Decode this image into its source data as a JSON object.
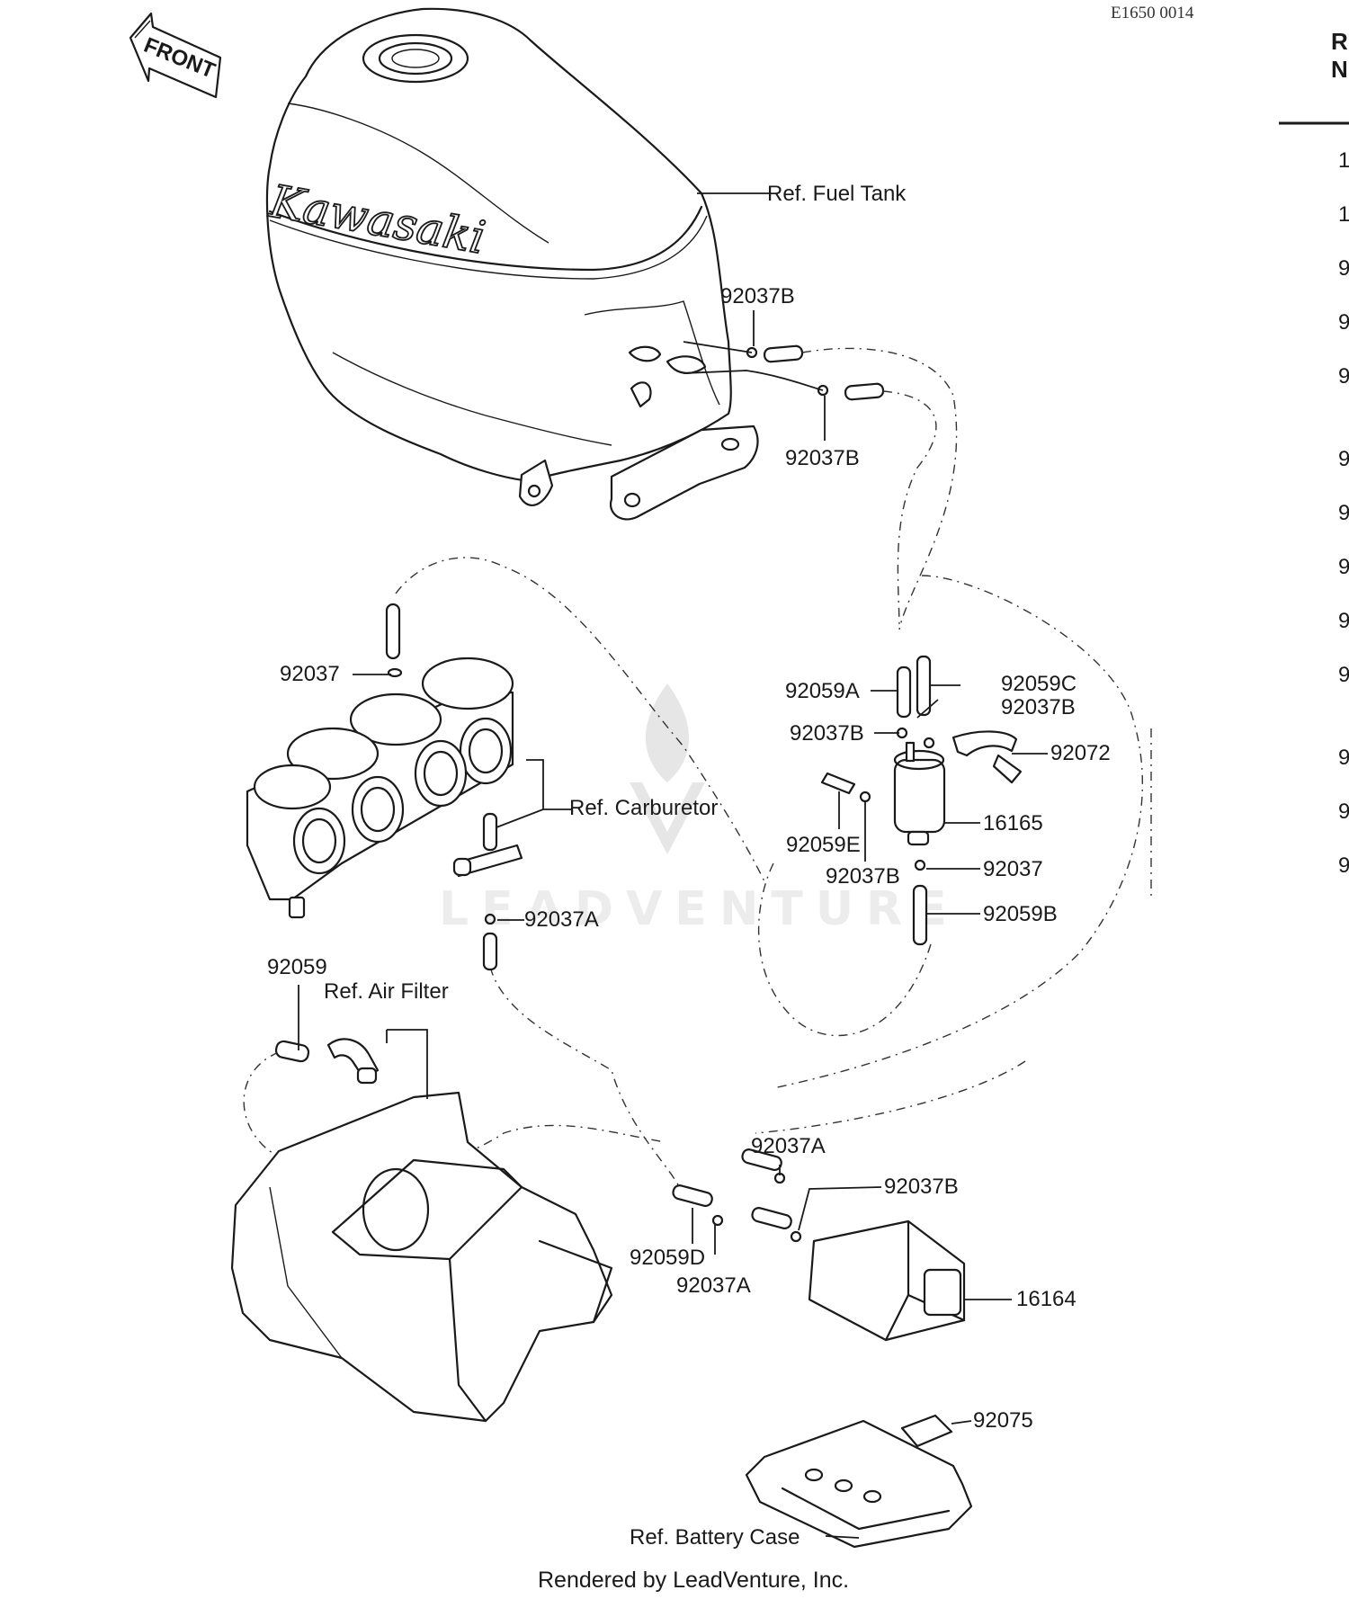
{
  "drawing_code": "E1650 0014",
  "front_badge": "FRONT",
  "tank_brand": "Kawasaki",
  "watermark": "LEADVENTURE",
  "footer": "Rendered by LeadVenture, Inc.",
  "table": {
    "header_line1": "R",
    "header_line2": "N",
    "rows": [
      "1",
      "1",
      "9",
      "9",
      "9",
      "9",
      "9",
      "9",
      "9",
      "9",
      "9",
      "9",
      "9"
    ]
  },
  "labels": {
    "ref_fuel_tank": "Ref. Fuel Tank",
    "c92037B_top1": "92037B",
    "c92037B_top2": "92037B",
    "c92037": "92037",
    "ref_carburetor": "Ref. Carburetor",
    "c92059A": "92059A",
    "c92059C": "92059C",
    "c92037B_mid1": "92037B",
    "c92037B_mid2": "92037B",
    "c92072": "92072",
    "c16165": "16165",
    "c92059E": "92059E",
    "c92037B_mid3": "92037B",
    "c92037_r": "92037",
    "c92037A_mid": "92037A",
    "c92059B": "92059B",
    "c92059": "92059",
    "ref_air_filter": "Ref. Air Filter",
    "c92037A_low1": "92037A",
    "c92037B_low": "92037B",
    "c92059D": "92059D",
    "c92037A_low2": "92037A",
    "c16164": "16164",
    "c92075": "92075",
    "ref_battery_case": "Ref. Battery Case"
  }
}
